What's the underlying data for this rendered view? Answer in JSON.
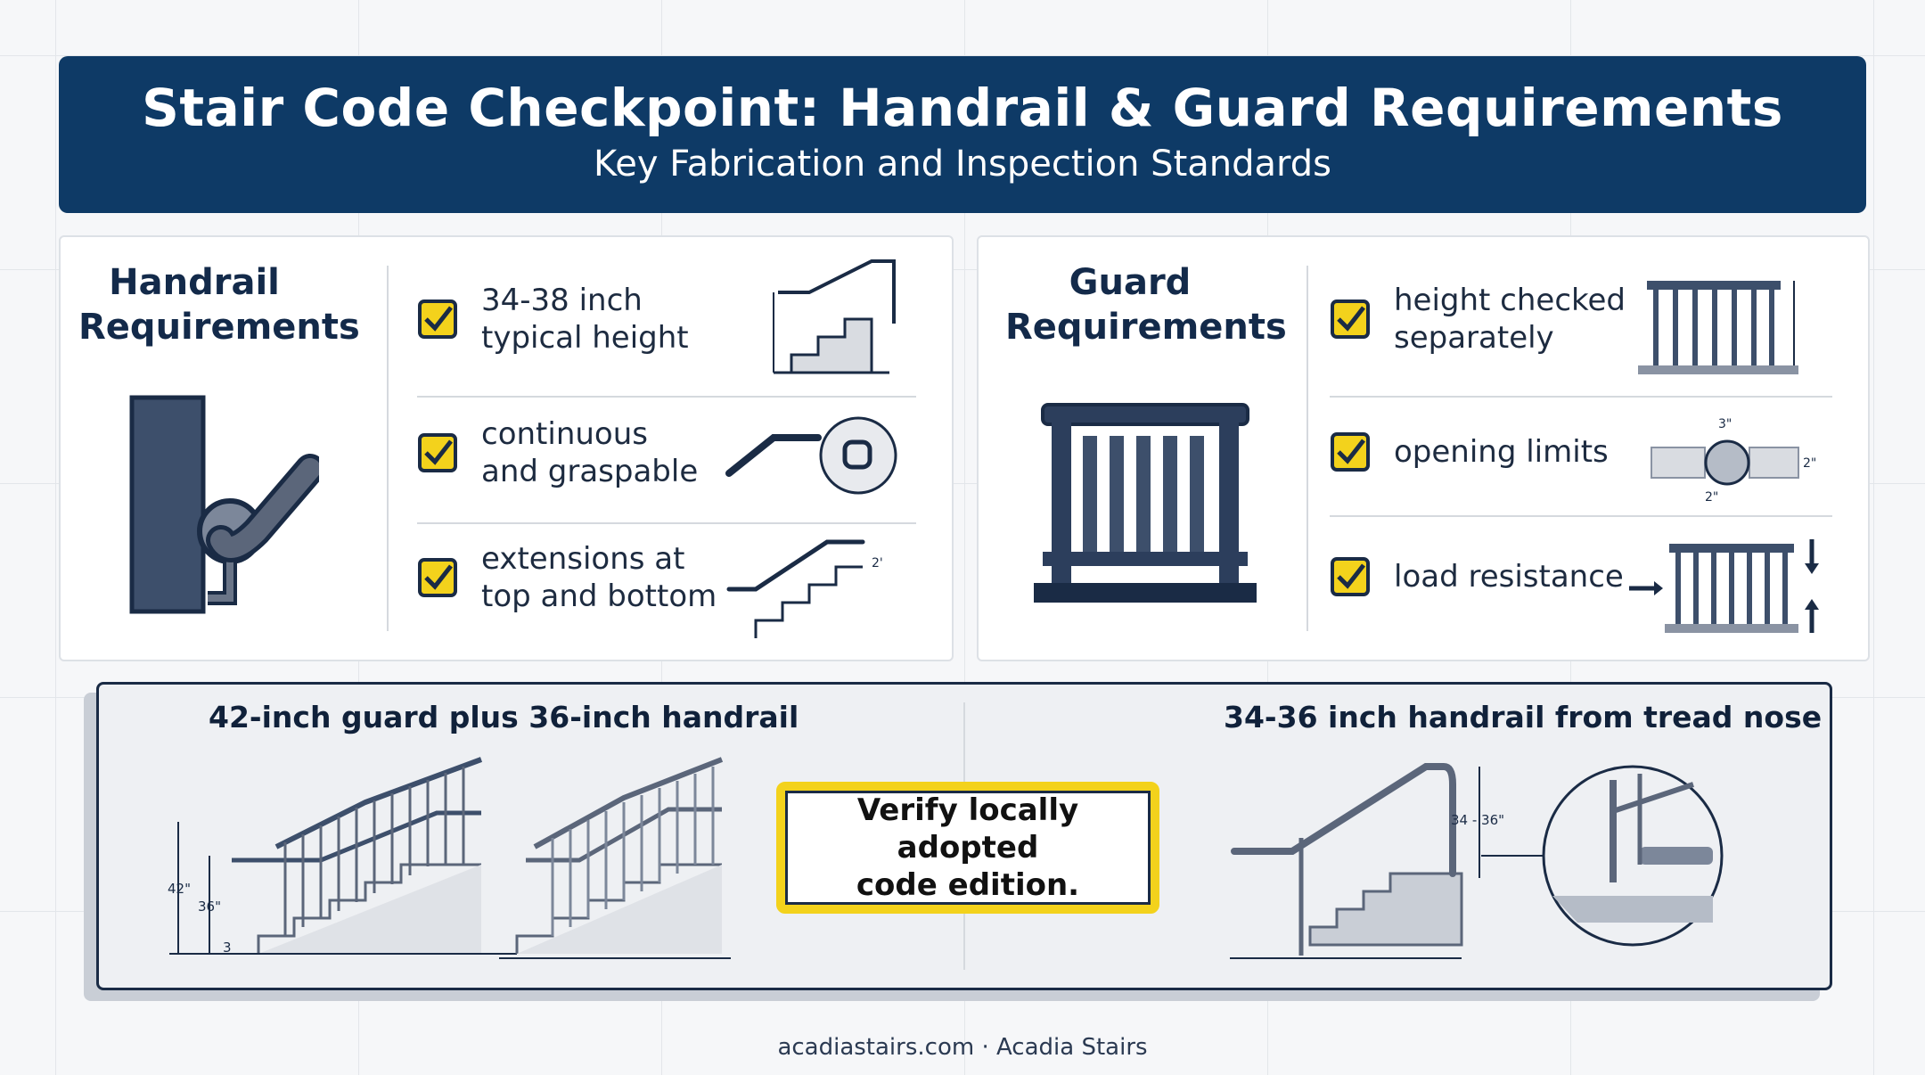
{
  "header": {
    "title": "Stair Code Checkpoint: Handrail & Guard Requirements",
    "subtitle": "Key Fabrication and Inspection Standards"
  },
  "handrail": {
    "title": "Handrail\nRequirements",
    "items": [
      {
        "text": "34-38 inch\ntypical height"
      },
      {
        "text": "continuous\nand graspable"
      },
      {
        "text": "extensions at\ntop and bottom"
      }
    ],
    "dim_label": "2'"
  },
  "guard": {
    "title": "Guard\nRequirements",
    "items": [
      {
        "text": "height checked\nseparately"
      },
      {
        "text": "opening limits"
      },
      {
        "text": "load resistance"
      }
    ],
    "opening_top": "3\"",
    "opening_side": "2\"",
    "opening_bottom": "2\""
  },
  "bottom": {
    "left_title": "42-inch guard plus 36-inch handrail",
    "right_title": "34-36 inch handrail from tread nose",
    "note": "Verify locally adopted\ncode edition.",
    "dim_42": "42\"",
    "dim_36": "36\"",
    "dim_3": "3",
    "dim_34_36": "34 - 36\""
  },
  "footer": "acadiastairs.com · Acadia Stairs",
  "colors": {
    "navy": "#0e3a66",
    "check_yellow": "#f3d21c",
    "ink": "#1a2b45"
  }
}
